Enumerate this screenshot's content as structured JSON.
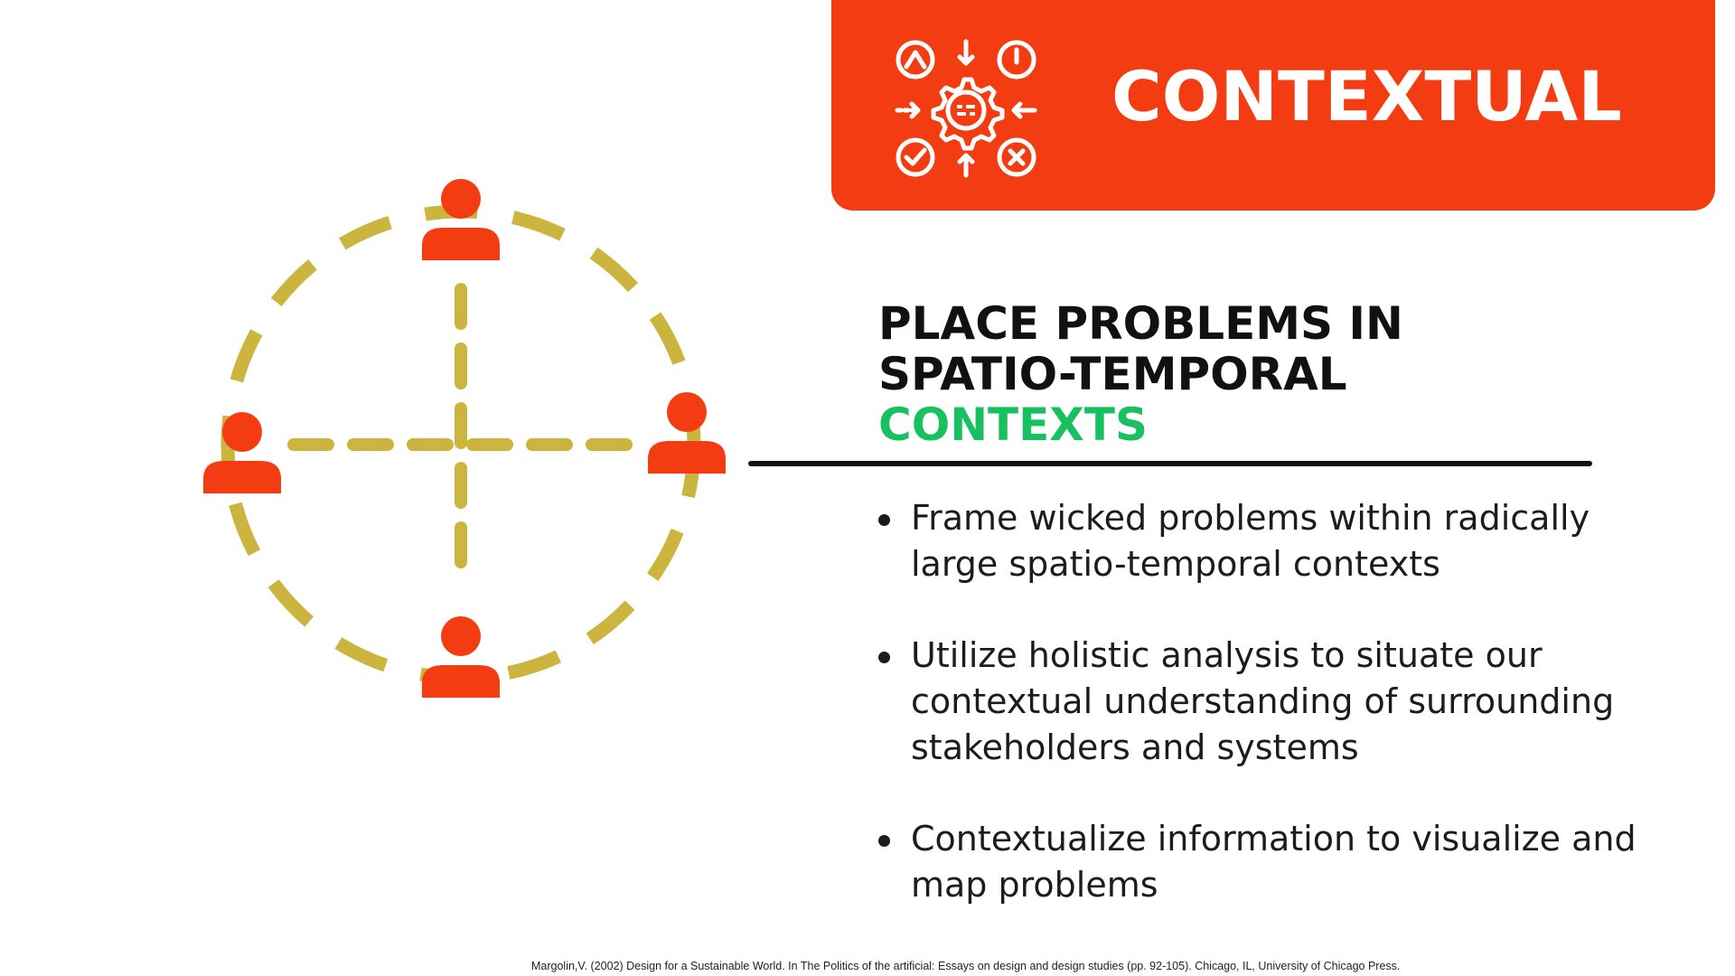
{
  "colors": {
    "banner": "#f43c12",
    "person": "#f43c12",
    "dashes": "#cbb53e",
    "accent_green": "#19c05f",
    "text": "#111111"
  },
  "banner": {
    "icon": "problem-solving-gear-icon",
    "title": "CONTEXTUAL"
  },
  "diagram": {
    "icon": "stakeholder-network-icon",
    "nodes": [
      "person-icon",
      "person-icon",
      "person-icon",
      "person-icon"
    ]
  },
  "heading": {
    "line1": "PLACE PROBLEMS IN",
    "line2": "SPATIO-TEMPORAL",
    "line3": "CONTEXTS"
  },
  "bullets": [
    "Frame wicked problems within radically large spatio-temporal contexts",
    "Utilize holistic analysis to situate our contextual understanding of surrounding stakeholders and systems",
    "Contextualize information to visualize and map problems"
  ],
  "citation": "Margolin,V. (2002) Design for a Sustainable World. In The Politics of the artificial: Essays on design and design studies (pp. 92-105). Chicago, IL, University of Chicago Press."
}
